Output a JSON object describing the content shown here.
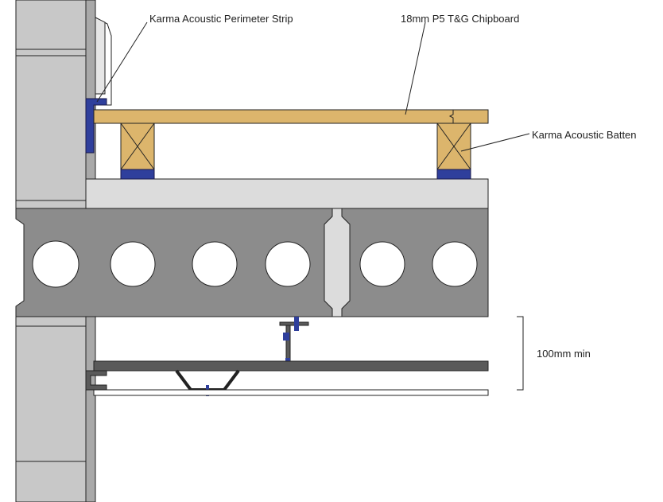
{
  "labels": {
    "perimeter_strip": "Karma Acoustic Perimeter Strip",
    "chipboard": "18mm P5 T&G Chipboard",
    "batten": "Karma Acoustic Batten",
    "void_depth": "100mm min"
  },
  "colors": {
    "wall": "#c8c8c8",
    "wall_edge": "#9a9a9a",
    "slab": "#8c8c8c",
    "screed": "#dcdcdc",
    "chipboard": "#dcb56c",
    "batten": "#dcb56c",
    "acoustic_blue": "#2f3f9c",
    "ceiling_board": "#5a5a5a",
    "outline": "#222222"
  }
}
